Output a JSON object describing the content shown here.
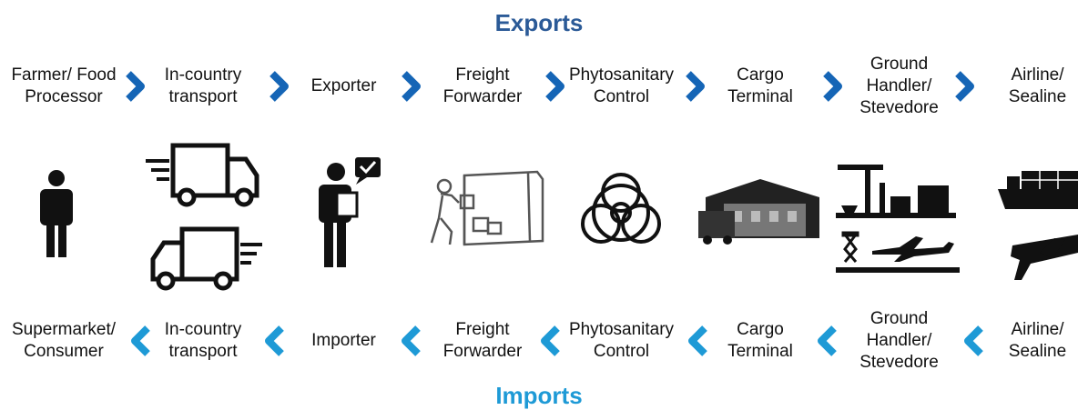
{
  "titles": {
    "exports": "Exports",
    "imports": "Imports"
  },
  "colors": {
    "exports_arrow": "#1565b6",
    "imports_arrow": "#1e9ad6",
    "exports_title": "#2b5a97",
    "imports_title": "#1e9ad6"
  },
  "exports": {
    "steps": [
      "Farmer/ Food\nProcessor",
      "In-country\ntransport",
      "Exporter",
      "Freight\nForwarder",
      "Phytosanitary\nControl",
      "Cargo\nTerminal",
      "Ground\nHandler/\nStevedore",
      "Airline/\nSealine"
    ]
  },
  "imports": {
    "steps": [
      "Supermarket/\nConsumer",
      "In-country\ntransport",
      "Importer",
      "Freight\nForwarder",
      "Phytosanitary\nControl",
      "Cargo\nTerminal",
      "Ground\nHandler/\nStevedore",
      "Airline/\nSealine"
    ]
  },
  "icons": [
    "person-icon",
    "delivery-truck-icon",
    "person-with-message-icon",
    "worker-loading-container-icon",
    "biohazard-icon",
    "warehouse-truck-icon",
    "port-crane-airport-icon",
    "ship-airplane-icon"
  ]
}
